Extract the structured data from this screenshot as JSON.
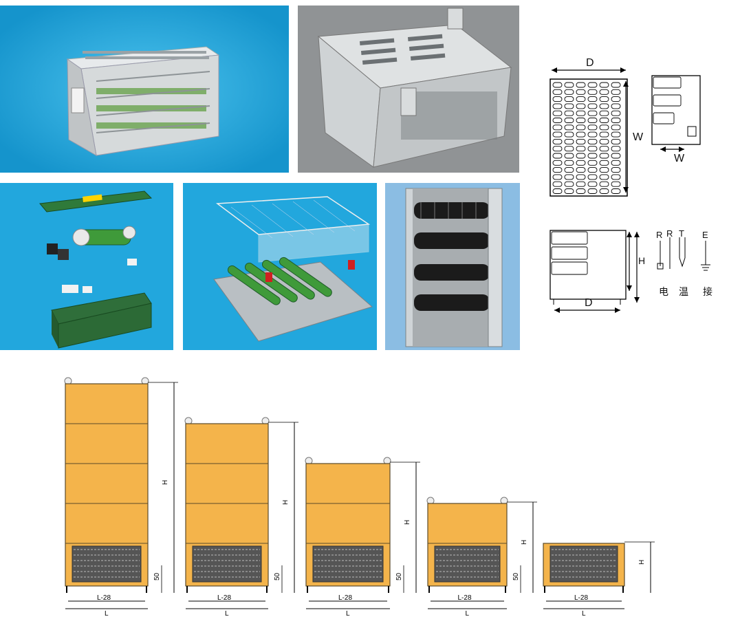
{
  "colors": {
    "cyan_bg": "#1fa6dc",
    "grey_bg": "#8a8d8e",
    "metal": "#c9ccce",
    "cabinet_fill": "#f4b44b",
    "cabinet_stroke": "#5a4a2a",
    "resistor_green": "#3f9a3a",
    "dark_green": "#1f5a2a"
  },
  "diagram_top": {
    "dim_d": "D",
    "dim_w": "W",
    "dim_w2": "W"
  },
  "diagram_bottom": {
    "dim_h": "H",
    "dim_d": "D",
    "terminals": [
      {
        "letter": "R",
        "caption": "电"
      },
      {
        "letter": "R",
        "caption": ""
      },
      {
        "letter": "T",
        "caption": "温"
      },
      {
        "letter": "E",
        "caption": "接"
      }
    ]
  },
  "cabinets": [
    {
      "h_label": "H",
      "gap_label": "50",
      "inner_label": "L-28",
      "outer_label": "L",
      "panels": 4
    },
    {
      "h_label": "H",
      "gap_label": "50",
      "inner_label": "L-28",
      "outer_label": "L",
      "panels": 3
    },
    {
      "h_label": "H",
      "gap_label": "50",
      "inner_label": "L-28",
      "outer_label": "L",
      "panels": 2
    },
    {
      "h_label": "H",
      "gap_label": "50",
      "inner_label": "L-28",
      "outer_label": "L",
      "panels": 1
    },
    {
      "h_label": "H",
      "gap_label": "",
      "inner_label": "L-28",
      "outer_label": "L",
      "panels": 0
    }
  ]
}
